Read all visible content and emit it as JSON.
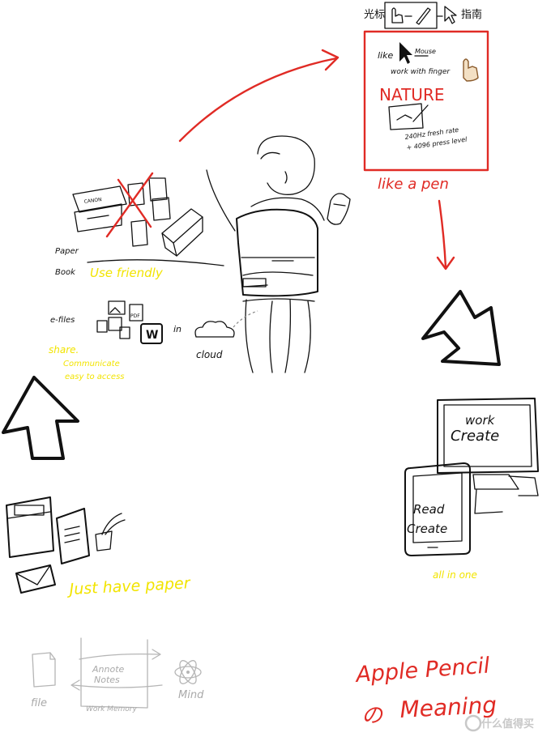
{
  "top_toolbar": {
    "left_text": "光标",
    "right_text": "指南"
  },
  "pen_panel": {
    "like_label": "like",
    "mouse_label": "Mouse",
    "finger_text": "work with finger",
    "nature_title": "NATURE",
    "rate_line1": "240Hz fresh rate",
    "rate_line2": "+ 4096 press level",
    "caption": "like a pen"
  },
  "paper_section": {
    "printer_label": "CANON",
    "paper_book_line1": "Paper",
    "paper_book_line2": "Book",
    "use_friendly": "Use friendly"
  },
  "efiles_section": {
    "label": "e-files",
    "pdf_label": "PDF",
    "w_label": "W",
    "in_label": "in",
    "cloud_label": "cloud",
    "share_line1": "share.",
    "share_line2": "Communicate",
    "share_line3": "easy to access"
  },
  "just_paper": {
    "caption": "Just have paper"
  },
  "devices": {
    "monitor_line1": "work",
    "monitor_line2": "Create",
    "tablet_line1": "Read",
    "tablet_line2": "Create",
    "caption": "all in one"
  },
  "bottom_diagram": {
    "file_label": "file",
    "notes_line1": "Annote",
    "notes_line2": "Notes",
    "memory_label": "Work Memory",
    "mind_label": "Mind"
  },
  "title": {
    "line1": "Apple Pencil",
    "line2_prefix": "の",
    "line2_word": "Meaning"
  },
  "watermark": {
    "text": "什么值得买"
  },
  "colors": {
    "ink": "#111111",
    "highlight_yellow": "#f2e400",
    "accent_red": "#e02b25",
    "faded_gray": "#b5b5b5"
  }
}
